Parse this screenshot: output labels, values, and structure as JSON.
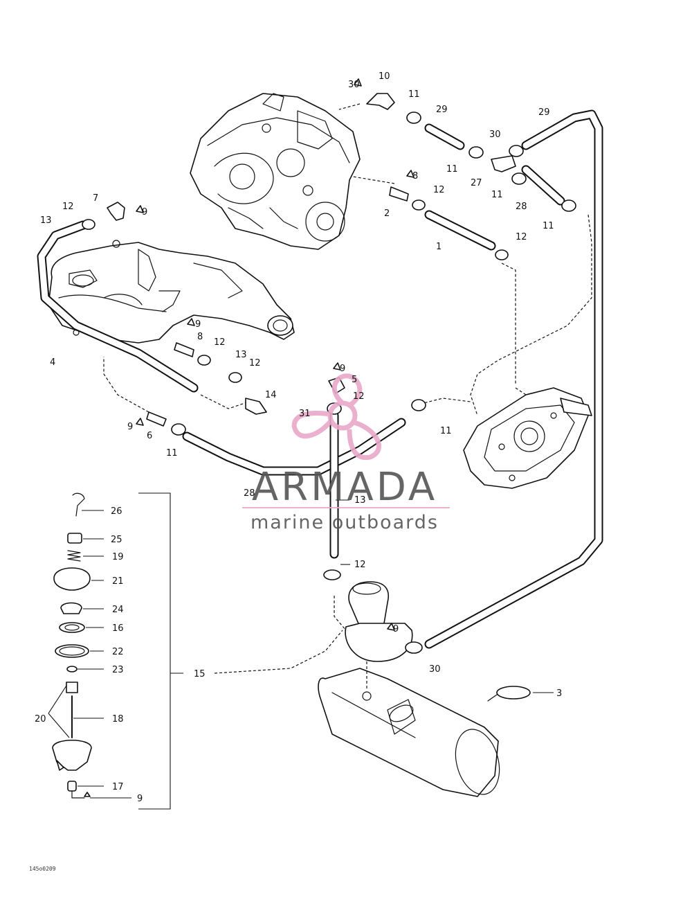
{
  "watermark": {
    "title": "ARMADA",
    "subtitle": "marine outboards"
  },
  "colors": {
    "line": "#111111",
    "watermark_text": "#555555",
    "watermark_logo": "#e8a8c8"
  },
  "diagram_code": "145o0209",
  "callouts": [
    {
      "id": "c30-top",
      "label": "30"
    },
    {
      "id": "c10",
      "label": "10"
    },
    {
      "id": "c11-a",
      "label": "11"
    },
    {
      "id": "c29-a",
      "label": "29"
    },
    {
      "id": "c29-b",
      "label": "29"
    },
    {
      "id": "c30-mid",
      "label": "30"
    },
    {
      "id": "c11-b",
      "label": "11"
    },
    {
      "id": "c27",
      "label": "27"
    },
    {
      "id": "c11-c",
      "label": "11"
    },
    {
      "id": "c28-a",
      "label": "28"
    },
    {
      "id": "c11-d",
      "label": "11"
    },
    {
      "id": "c8-a",
      "label": "8"
    },
    {
      "id": "c12-a",
      "label": "12"
    },
    {
      "id": "c2",
      "label": "2"
    },
    {
      "id": "c1",
      "label": "1"
    },
    {
      "id": "c12-b",
      "label": "12"
    },
    {
      "id": "c7",
      "label": "7"
    },
    {
      "id": "c9-a",
      "label": "9"
    },
    {
      "id": "c12-c",
      "label": "12"
    },
    {
      "id": "c13-a",
      "label": "13"
    },
    {
      "id": "c9-b",
      "label": "9"
    },
    {
      "id": "c8-b",
      "label": "8"
    },
    {
      "id": "c12-d",
      "label": "12"
    },
    {
      "id": "c13-b",
      "label": "13"
    },
    {
      "id": "c12-e",
      "label": "12"
    },
    {
      "id": "c4",
      "label": "4"
    },
    {
      "id": "c9-c",
      "label": "9"
    },
    {
      "id": "c5",
      "label": "5"
    },
    {
      "id": "c14",
      "label": "14"
    },
    {
      "id": "c31",
      "label": "31"
    },
    {
      "id": "c12-f",
      "label": "12"
    },
    {
      "id": "c9-d",
      "label": "9"
    },
    {
      "id": "c6",
      "label": "6"
    },
    {
      "id": "c11-e",
      "label": "11"
    },
    {
      "id": "c11-f",
      "label": "11"
    },
    {
      "id": "c28-b",
      "label": "28"
    },
    {
      "id": "c13-c",
      "label": "13"
    },
    {
      "id": "c26",
      "label": "26"
    },
    {
      "id": "c25",
      "label": "25"
    },
    {
      "id": "c19",
      "label": "19"
    },
    {
      "id": "c21",
      "label": "21"
    },
    {
      "id": "c24",
      "label": "24"
    },
    {
      "id": "c16",
      "label": "16"
    },
    {
      "id": "c22",
      "label": "22"
    },
    {
      "id": "c23",
      "label": "23"
    },
    {
      "id": "c15",
      "label": "15"
    },
    {
      "id": "c20-a",
      "label": "20"
    },
    {
      "id": "c18",
      "label": "18"
    },
    {
      "id": "c17",
      "label": "17"
    },
    {
      "id": "c9-e",
      "label": "9"
    },
    {
      "id": "c12-g",
      "label": "12"
    },
    {
      "id": "c9-f",
      "label": "9"
    },
    {
      "id": "c30-low",
      "label": "30"
    },
    {
      "id": "c3",
      "label": "3"
    }
  ]
}
